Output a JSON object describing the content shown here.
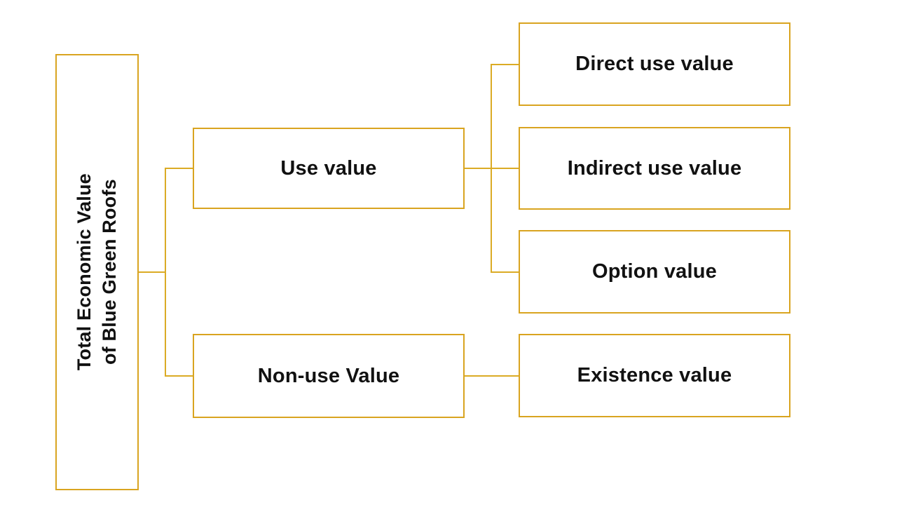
{
  "hierarchy": {
    "label": "Total Economic Value of Blue Green Roofs",
    "children": [
      {
        "label": "Use value",
        "children": [
          {
            "label": "Direct use value"
          },
          {
            "label": "Indirect use value"
          },
          {
            "label": "Option value"
          }
        ]
      },
      {
        "label": "Non-use Value",
        "children": [
          {
            "label": "Existence value"
          }
        ]
      }
    ]
  },
  "root_label_lines": [
    "Total Economic Value",
    "of Blue Green Roofs"
  ],
  "colors": {
    "accent": "#D9A420",
    "text": "#111111",
    "background": "#FFFFFF"
  }
}
